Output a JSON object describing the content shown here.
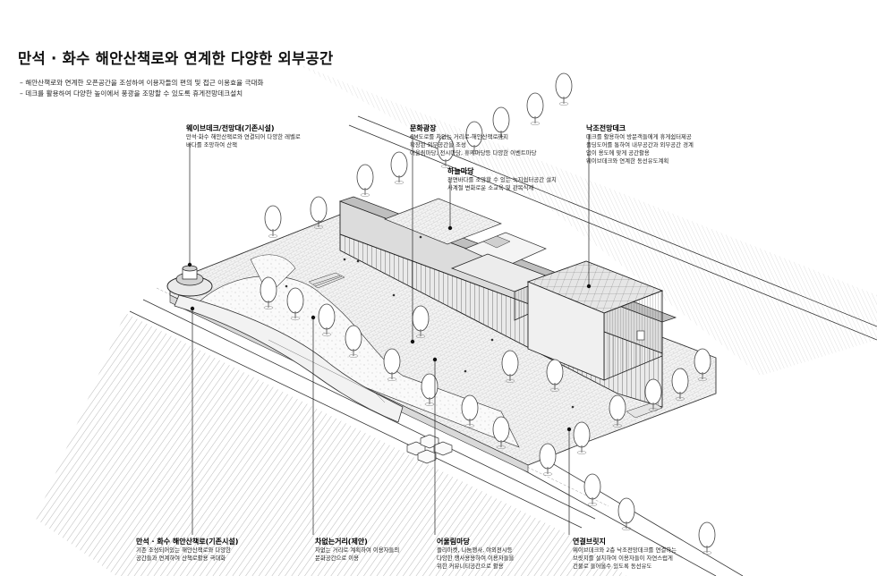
{
  "title": "만석 · 화수 해안산책로와 연계한 다양한 외부공간",
  "bullets": [
    "– 해안산책로와 연계한 오픈공간을 조성하여 이용자들의 편의 및 접근 이용효율 극대화",
    "– 데크를 활용하여 다양한 높이에서 풍광을 조망할 수 있도록 휴게전망데크설치"
  ],
  "annotations": {
    "waveDeck": {
      "title": "웨이브데크/전망대(기존시설)",
      "body": "만석·화수 해안산책로와 연결되어 다양한 레벨로\n바다를 조망하여 산책"
    },
    "cultureSquare": {
      "title": "문화광장",
      "body": "6M도로를 차없는 거리로-해안산책로까지\n확장된 외부공간을 조성\n어울림마당, 전시마당, 휴게마당등 다양한 이벤트마당"
    },
    "skyYard": {
      "title": "하늘마당",
      "body": "전면바다를 조망할 수 있는 녹지쉼터공간 설치\n사계절 변화로운 소교육 및 관목식재"
    },
    "sunsetDeck": {
      "title": "낙조전망데크",
      "body": "데크를 활용하여 방문객들에게 휴게쉼터제공\n폴딩도어를 통하여 내부공간과 외부공간 경계\n없이 용도에 맞게 공간활용\n웨이브데크와 연계한 동선유도계획"
    },
    "seasideWalk": {
      "title": "만석 · 화수 해안산책로(기존시설)",
      "body": "기존 조성되어있는 해안산책로와 다양한\n공간들과 연계하여 산책로활용 극대화"
    },
    "carFreeStreet": {
      "title": "차없는거리(제안)",
      "body": "차없는 거리로 계획하여 이용자들의\n문화공간으로 이용"
    },
    "gatheringYard": {
      "title": "어울림마당",
      "body": "플리마켓, 나눔행사, 야외전시등\n다양한 행사용용하여 이용자들을\n위한 커뮤니티공간으로 활용"
    },
    "bridge": {
      "title": "연결브릿지",
      "body": "웨이브데크와 2층 낙조전망데크를 연결하는\n브릿지를 설치하여 이용자들이 자연스럽게\n건물로 들어올수 있도록 동선유도"
    }
  }
}
